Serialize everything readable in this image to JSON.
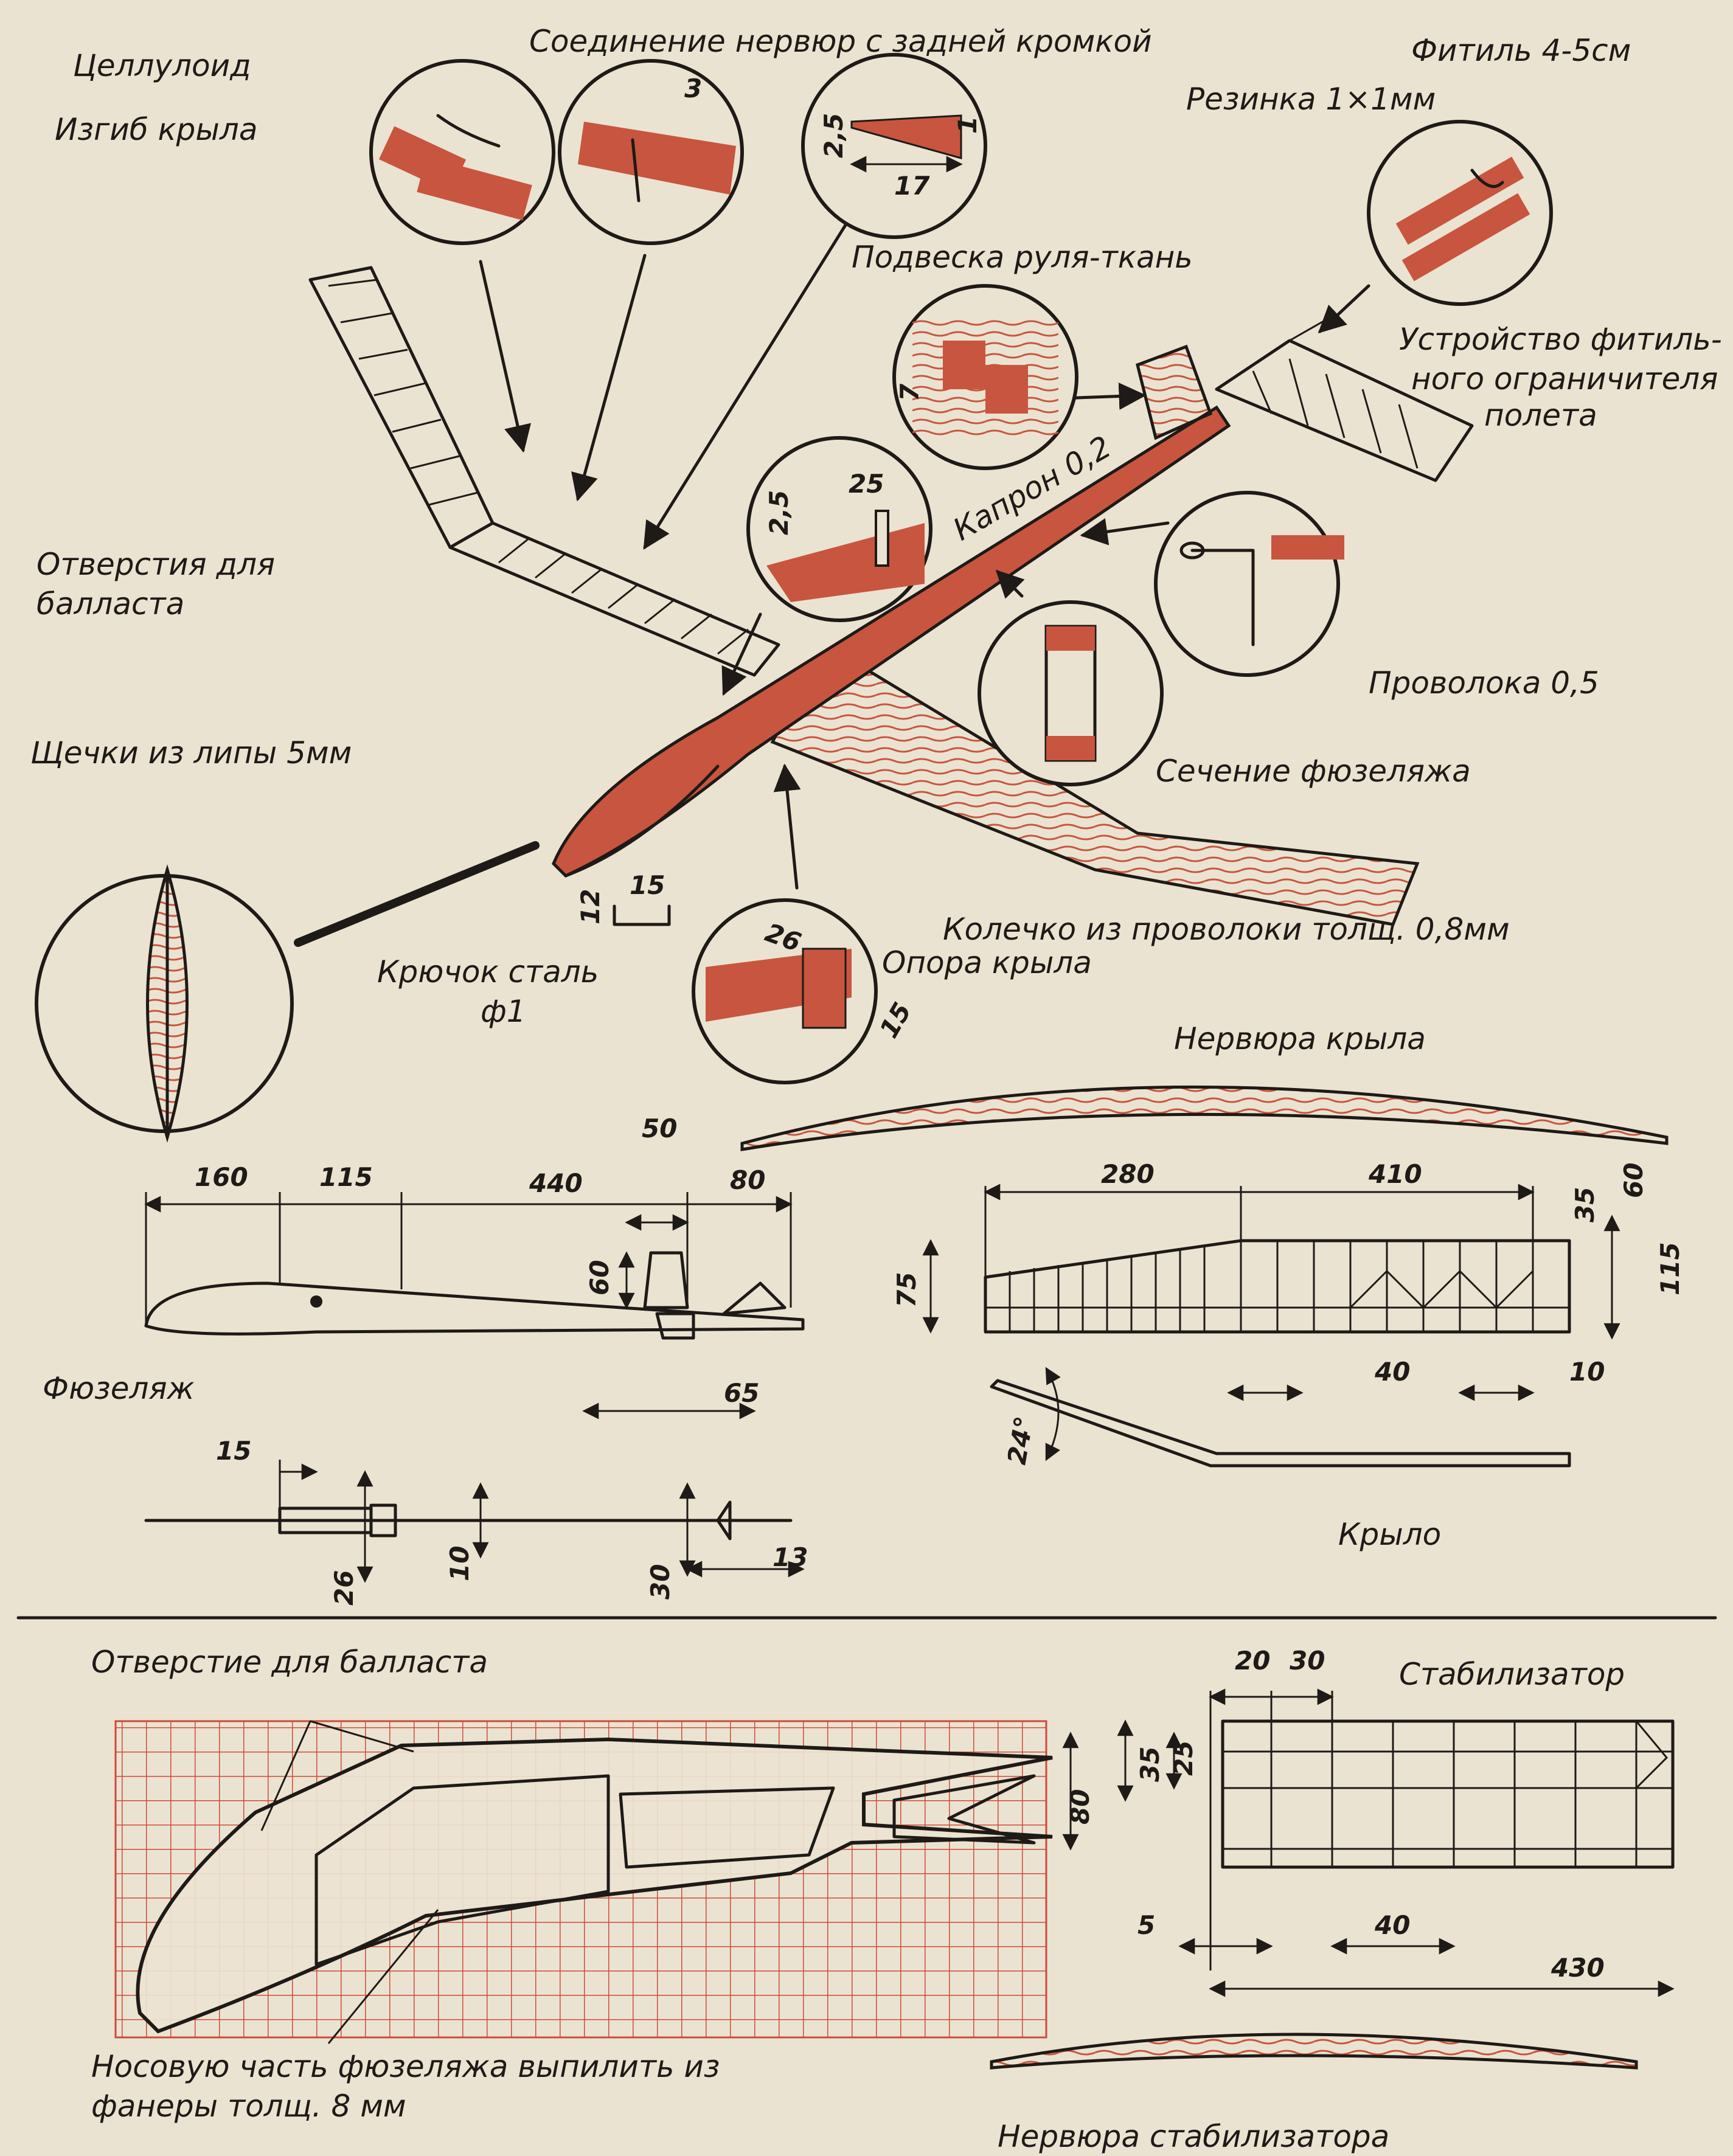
{
  "colors": {
    "paper": "#ebe3d1",
    "ink": "#1e1a17",
    "wood_red": "#c8553f",
    "grid_red": "#cf4a3a"
  },
  "callouts": {
    "joint": "Соединение нервюр с задней кромкой",
    "celluloid": "Целлулоид",
    "wing_bend": "Изгиб крыла",
    "fuse": "Фитиль 4-5см",
    "rubber": "Резинка 1×1мм",
    "rudder_hinge": "Подвеска руля-ткань",
    "fuse_limiter": [
      "Устройство фитиль-",
      "ного ограничителя",
      "полета"
    ],
    "nylon": "Капрон 0,2",
    "ballast_holes": [
      "Отверстия для",
      "балласта"
    ],
    "wire": "Проволока 0,5",
    "fuselage_section": "Сечение фюзеляжа",
    "cheeks": "Щечки из липы 5мм",
    "ring": "Колечко из проволоки толщ. 0,8мм",
    "wing_support": "Опора крыла",
    "hook": [
      "Крючок сталь",
      "ф1"
    ],
    "wing_rib": "Нервюра крыла",
    "fuselage": "Фюзеляж",
    "wing": "Крыло",
    "ballast_hole": "Отверстие для балласта",
    "nose_note": [
      "Носовую часть фюзеляжа выпилить из",
      "фанеры толщ. 8 мм"
    ],
    "stabilizer": "Стабилизатор",
    "stab_rib": "Нервюра стабилизатора"
  },
  "dims": {
    "d3": "3",
    "d2_5a": "2,5",
    "d1": "1",
    "d17": "17",
    "d7": "7",
    "d25a": "25",
    "d2_5b": "2,5",
    "d12": "12",
    "d15a": "15",
    "d26a": "26",
    "d15b": "15",
    "f160": "160",
    "f115": "115",
    "f440": "440",
    "f80": "80",
    "f50": "50",
    "f60": "60",
    "f65": "65",
    "f15": "15",
    "f26": "26",
    "f10": "10",
    "f30": "30",
    "f13": "13",
    "w280": "280",
    "w410": "410",
    "w35": "35",
    "w60": "60",
    "w115": "115",
    "w75": "75",
    "w40": "40",
    "w10": "10",
    "w24": "24°",
    "s20": "20",
    "s30": "30",
    "s35": "35",
    "s25": "25",
    "s80": "80",
    "s5": "5",
    "s40": "40",
    "s430": "430"
  }
}
